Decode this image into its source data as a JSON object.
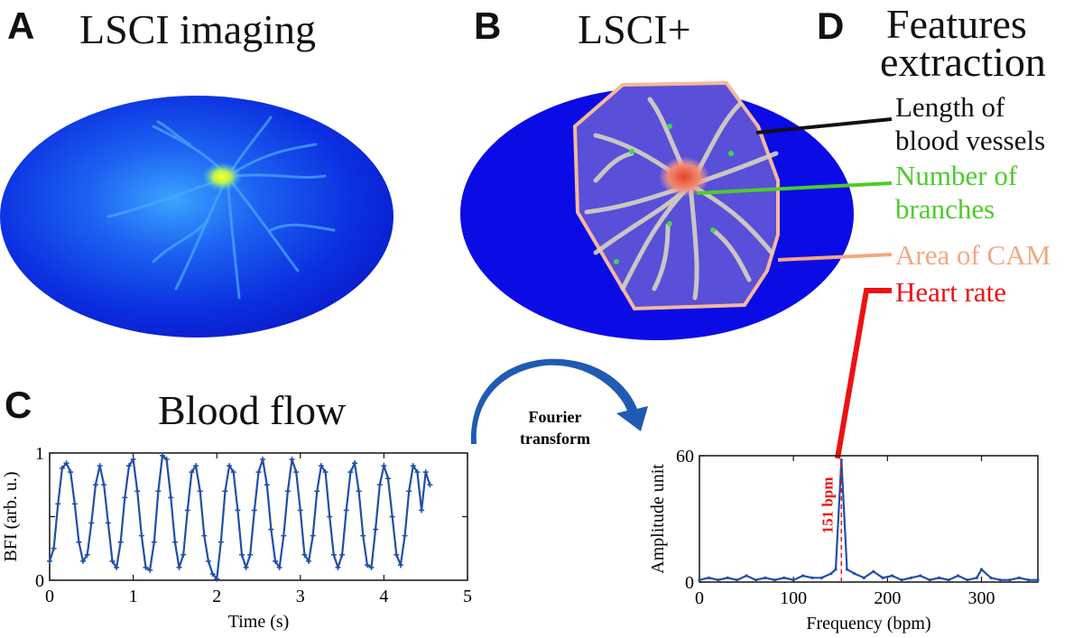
{
  "panels": {
    "A": {
      "letter": "A",
      "title": "LSCI imaging"
    },
    "B": {
      "letter": "B",
      "title": "LSCI+"
    },
    "C": {
      "letter": "C",
      "title": "Blood flow"
    },
    "D": {
      "letter": "D",
      "title_line1": "Features",
      "title_line2": "extraction"
    }
  },
  "features": [
    {
      "line1": "Length of",
      "line2": "blood vessels",
      "color": "#111111"
    },
    {
      "line1": "Number of",
      "line2": "branches",
      "color": "#4ccc2a"
    },
    {
      "line1": "Area of CAM",
      "line2": "",
      "color": "#f2a882"
    },
    {
      "line1": "Heart rate",
      "line2": "",
      "color": "#ee1111"
    }
  ],
  "transform": {
    "line1": "Fourier",
    "line2": "transform",
    "arrow_color": "#1f5bb3"
  },
  "colors": {
    "line": "#1f4fa8",
    "ellipse_blue": "#0b0be6",
    "cam_fill": "#5a4fd8",
    "cam_border": "#f5b89a",
    "peak_marker": "#ee1111"
  },
  "chart_data": [
    {
      "type": "line",
      "title": "Blood flow",
      "xlabel": "Time (s)",
      "ylabel": "BFI (arb. u.)",
      "xlim": [
        0,
        5
      ],
      "ylim": [
        0,
        1
      ],
      "xticks": [
        0,
        1,
        2,
        3,
        4,
        5
      ],
      "yticks": [
        0,
        1
      ],
      "marker": "+",
      "series": [
        {
          "x": [
            0,
            0.05,
            0.1,
            0.15,
            0.2,
            0.25,
            0.3,
            0.35,
            0.4,
            0.45,
            0.5,
            0.55,
            0.6,
            0.65,
            0.7,
            0.75,
            0.8,
            0.85,
            0.9,
            0.95,
            1.0,
            1.05,
            1.1,
            1.15,
            1.2,
            1.25,
            1.3,
            1.35,
            1.4,
            1.45,
            1.5,
            1.55,
            1.6,
            1.65,
            1.7,
            1.75,
            1.8,
            1.85,
            1.9,
            1.95,
            2.0,
            2.05,
            2.1,
            2.15,
            2.2,
            2.25,
            2.3,
            2.35,
            2.4,
            2.45,
            2.5,
            2.55,
            2.6,
            2.65,
            2.7,
            2.75,
            2.8,
            2.85,
            2.9,
            2.95,
            3.0,
            3.05,
            3.1,
            3.15,
            3.2,
            3.25,
            3.3,
            3.35,
            3.4,
            3.45,
            3.5,
            3.55,
            3.6,
            3.65,
            3.7,
            3.75,
            3.8,
            3.85,
            3.9,
            3.95,
            4.0,
            4.05,
            4.1,
            4.15,
            4.2,
            4.25,
            4.3,
            4.35,
            4.4,
            4.45,
            4.5,
            4.55
          ],
          "y": [
            0.15,
            0.25,
            0.6,
            0.88,
            0.92,
            0.85,
            0.6,
            0.3,
            0.15,
            0.2,
            0.45,
            0.75,
            0.9,
            0.75,
            0.45,
            0.15,
            0.1,
            0.3,
            0.65,
            0.9,
            0.95,
            0.7,
            0.35,
            0.1,
            0.08,
            0.3,
            0.7,
            0.98,
            0.95,
            0.65,
            0.3,
            0.1,
            0.2,
            0.55,
            0.85,
            0.9,
            0.7,
            0.35,
            0.15,
            0.05,
            0.01,
            0.3,
            0.7,
            0.9,
            0.85,
            0.55,
            0.2,
            0.1,
            0.2,
            0.55,
            0.85,
            0.95,
            0.75,
            0.4,
            0.15,
            0.1,
            0.35,
            0.7,
            0.95,
            0.85,
            0.55,
            0.2,
            0.15,
            0.35,
            0.7,
            0.9,
            0.85,
            0.5,
            0.2,
            0.1,
            0.2,
            0.55,
            0.85,
            0.92,
            0.7,
            0.35,
            0.12,
            0.1,
            0.4,
            0.75,
            0.9,
            0.8,
            0.5,
            0.2,
            0.12,
            0.35,
            0.7,
            0.9,
            0.85,
            0.55,
            0.85,
            0.75
          ]
        }
      ]
    },
    {
      "type": "line",
      "xlabel": "Frequency (bpm)",
      "ylabel": "Amplitude unit",
      "xlim": [
        0,
        360
      ],
      "ylim": [
        0,
        60
      ],
      "xticks": [
        0,
        100,
        200,
        300
      ],
      "yticks": [
        0,
        60
      ],
      "annotation": "151 bpm",
      "peak_x": 151,
      "series": [
        {
          "x": [
            0,
            10,
            20,
            30,
            40,
            50,
            60,
            70,
            80,
            90,
            100,
            110,
            120,
            130,
            140,
            145,
            151,
            157,
            165,
            175,
            185,
            195,
            205,
            215,
            225,
            235,
            245,
            255,
            265,
            275,
            285,
            295,
            300,
            310,
            320,
            330,
            340,
            350,
            360
          ],
          "y": [
            1,
            2,
            1,
            2,
            1,
            3,
            1,
            2,
            1,
            2,
            1,
            3,
            2,
            2,
            4,
            6,
            58,
            6,
            4,
            2,
            5,
            2,
            3,
            1,
            2,
            3,
            1,
            2,
            1,
            3,
            1,
            2,
            6,
            2,
            1,
            1,
            2,
            1,
            1
          ]
        }
      ]
    }
  ]
}
